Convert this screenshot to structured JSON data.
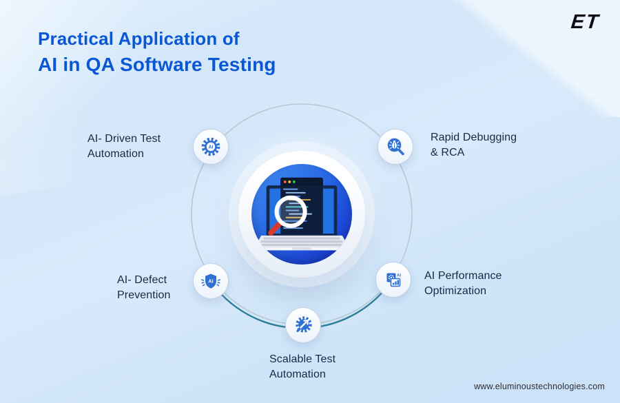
{
  "header": {
    "title_line1": "Practical Application of",
    "title_line2": "AI in QA Software Testing",
    "logo_text": "ET"
  },
  "diagram": {
    "center_icon": "laptop-code-magnifier",
    "nodes": [
      {
        "id": "ai-driven-test-automation",
        "icon": "ai-gear-icon",
        "icon_label": "AI",
        "label_line1": "AI- Driven Test",
        "label_line2": "Automation"
      },
      {
        "id": "rapid-debugging-rca",
        "icon": "bug-magnifier-icon",
        "icon_label": "",
        "label_line1": "Rapid Debugging",
        "label_line2": "& RCA"
      },
      {
        "id": "ai-defect-prevention",
        "icon": "ai-shield-icon",
        "icon_label": "Ai",
        "label_line1": "AI- Defect",
        "label_line2": "Prevention"
      },
      {
        "id": "ai-performance-optimization",
        "icon": "ai-report-chart-icon",
        "icon_label": "AI",
        "label_line1": "AI Performance",
        "label_line2": "Optimization"
      },
      {
        "id": "scalable-test-automation",
        "icon": "gear-arrow-icon",
        "icon_label": "",
        "label_line1": "Scalable Test",
        "label_line2": "Automation"
      }
    ]
  },
  "footer": {
    "website": "www.eluminoustechnologies.com"
  },
  "colors": {
    "title_blue": "#0a57d5",
    "label_navy": "#162946",
    "icon_blue": "#2f70d4",
    "ring_light": "#b7c8d5",
    "ring_teal": "#2b7e96",
    "center_blue_start": "#4490f2",
    "center_blue_end": "#1733cd",
    "background_blue": "#d3e7f9"
  }
}
